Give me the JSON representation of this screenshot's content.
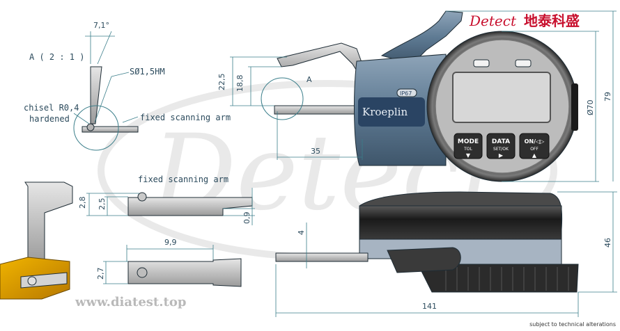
{
  "brand": {
    "en": "Detect",
    "cn": "地泰科盛",
    "watermark": "Detect"
  },
  "website": "www.diatest.top",
  "footnote": "subject to technical alterations",
  "detail": {
    "scale": "A ( 2 : 1 )",
    "angle": "7,1°",
    "ball": "SØ1,5HM",
    "chisel_line1": "chisel R0,4",
    "chisel_line2": "hardened",
    "arm1": "fixed scanning arm"
  },
  "arm_views": {
    "arm2": "fixed scanning arm",
    "dim_28": "2,8",
    "dim_25": "2,5",
    "dim_09": "0,9",
    "dim_99": "9,9",
    "dim_27": "2,7"
  },
  "gauge": {
    "brand": "Kroeplin",
    "ip": "IP67",
    "detail_marker": "A",
    "dim_225": "22,5",
    "dim_188": "18,8",
    "dim_35": "35",
    "dim_d70": "Ø70",
    "dim_79": "79",
    "dim_4": "4",
    "dim_46": "46",
    "dim_141": "141",
    "btn_mode": "MODE",
    "btn_mode_sub": "TOL",
    "btn_mode_arrow": "▼",
    "btn_data": "DATA",
    "btn_data_sub": "SET/OK",
    "btn_data_arrow": "▶",
    "btn_on": "ON/◁▷",
    "btn_on_sub": "OFF",
    "btn_on_arrow": "▲"
  },
  "colors": {
    "dimension": "#3a7e8a",
    "brand_red": "#c8102e",
    "gauge_body": "#5e7a93",
    "display": "#d7d7d7"
  }
}
